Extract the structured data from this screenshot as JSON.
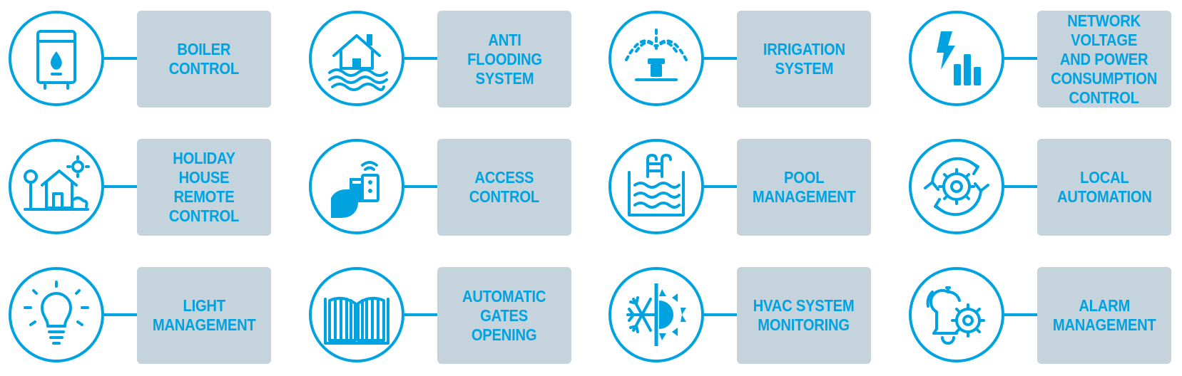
{
  "tiles": [
    {
      "icon": "boiler-icon",
      "label": "BOILER\nCONTROL"
    },
    {
      "icon": "flooded-house-icon",
      "label": "ANTI\nFLOODING\nSYSTEM"
    },
    {
      "icon": "sprinkler-icon",
      "label": "IRRIGATION\nSYSTEM"
    },
    {
      "icon": "lightning-bars-icon",
      "label": "NETWORK\nVOLTAGE\nAND POWER\nCONSUMPTION\nCONTROL"
    },
    {
      "icon": "holiday-house-icon",
      "label": "HOLIDAY HOUSE\nREMOTE\nCONTROL"
    },
    {
      "icon": "access-card-icon",
      "label": "ACCESS\nCONTROL"
    },
    {
      "icon": "pool-icon",
      "label": "POOL\nMANAGEMENT"
    },
    {
      "icon": "gear-cycle-icon",
      "label": "LOCAL\nAUTOMATION"
    },
    {
      "icon": "light-bulb-icon",
      "label": "LIGHT\nMANAGEMENT"
    },
    {
      "icon": "gate-icon",
      "label": "AUTOMATIC\nGATES\nOPENING"
    },
    {
      "icon": "snowflake-sun-icon",
      "label": "HVAC SYSTEM\nMONITORING"
    },
    {
      "icon": "bell-gear-icon",
      "label": "ALARM\nMANAGEMENT"
    }
  ],
  "colors": {
    "accent": "#00a3e0",
    "label_bg": "#c5d3dd"
  }
}
